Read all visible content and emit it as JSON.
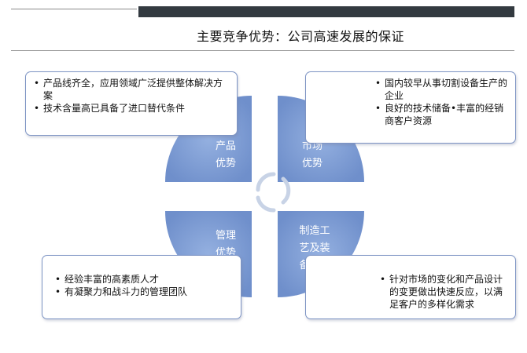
{
  "title": "主要竞争优势：公司高速发展的保证",
  "colors": {
    "quadrant_fill": "#7b9ad3",
    "box_border": "#7d94c4",
    "title_bar": "#333a40"
  },
  "quadrants": {
    "top_left": {
      "label": "产品\n优势"
    },
    "top_right": {
      "label": "市场\n优势"
    },
    "bottom_left": {
      "label": "管理\n优势"
    },
    "bottom_right": {
      "label": "制造工\n艺及装\n备优势"
    }
  },
  "boxes": {
    "top_left": {
      "items": [
        "产品线齐全，应用领域广泛提供整体解决方案",
        "技术含量高已具备了进口替代条件"
      ]
    },
    "top_right": {
      "items": [
        "国内较早从事切割设备生产的企业",
        "良好的技术储备•丰富的经销商客户资源"
      ]
    },
    "bottom_left": {
      "items": [
        "经验丰富的高素质人才",
        "有凝聚力和战斗力的管理团队"
      ]
    },
    "bottom_right": {
      "items": [
        "针对市场的变化和产品设计的变更做出快速反应，以满足客户的多样化需求"
      ]
    }
  }
}
